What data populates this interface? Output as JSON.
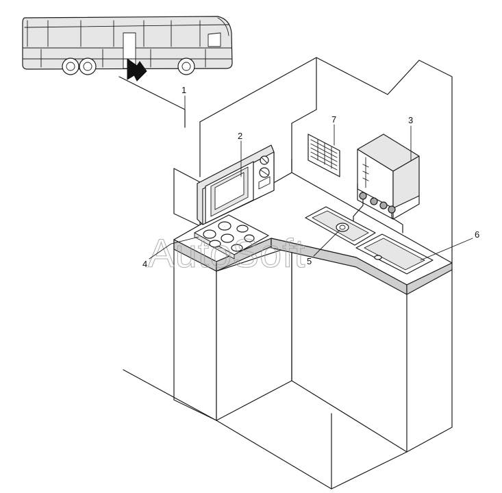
{
  "callouts": {
    "c1": "1",
    "c2": "2",
    "c3": "3",
    "c4": "4",
    "c5": "5",
    "c6": "6",
    "c7": "7"
  },
  "watermark": "AutoSoft",
  "colors": {
    "line": "#1a1a1a",
    "fill_light": "#e6e6e6",
    "fill_mid": "#cfcfcf",
    "fill_dark": "#a9a9a9",
    "watermark": "#9a9a9a"
  }
}
